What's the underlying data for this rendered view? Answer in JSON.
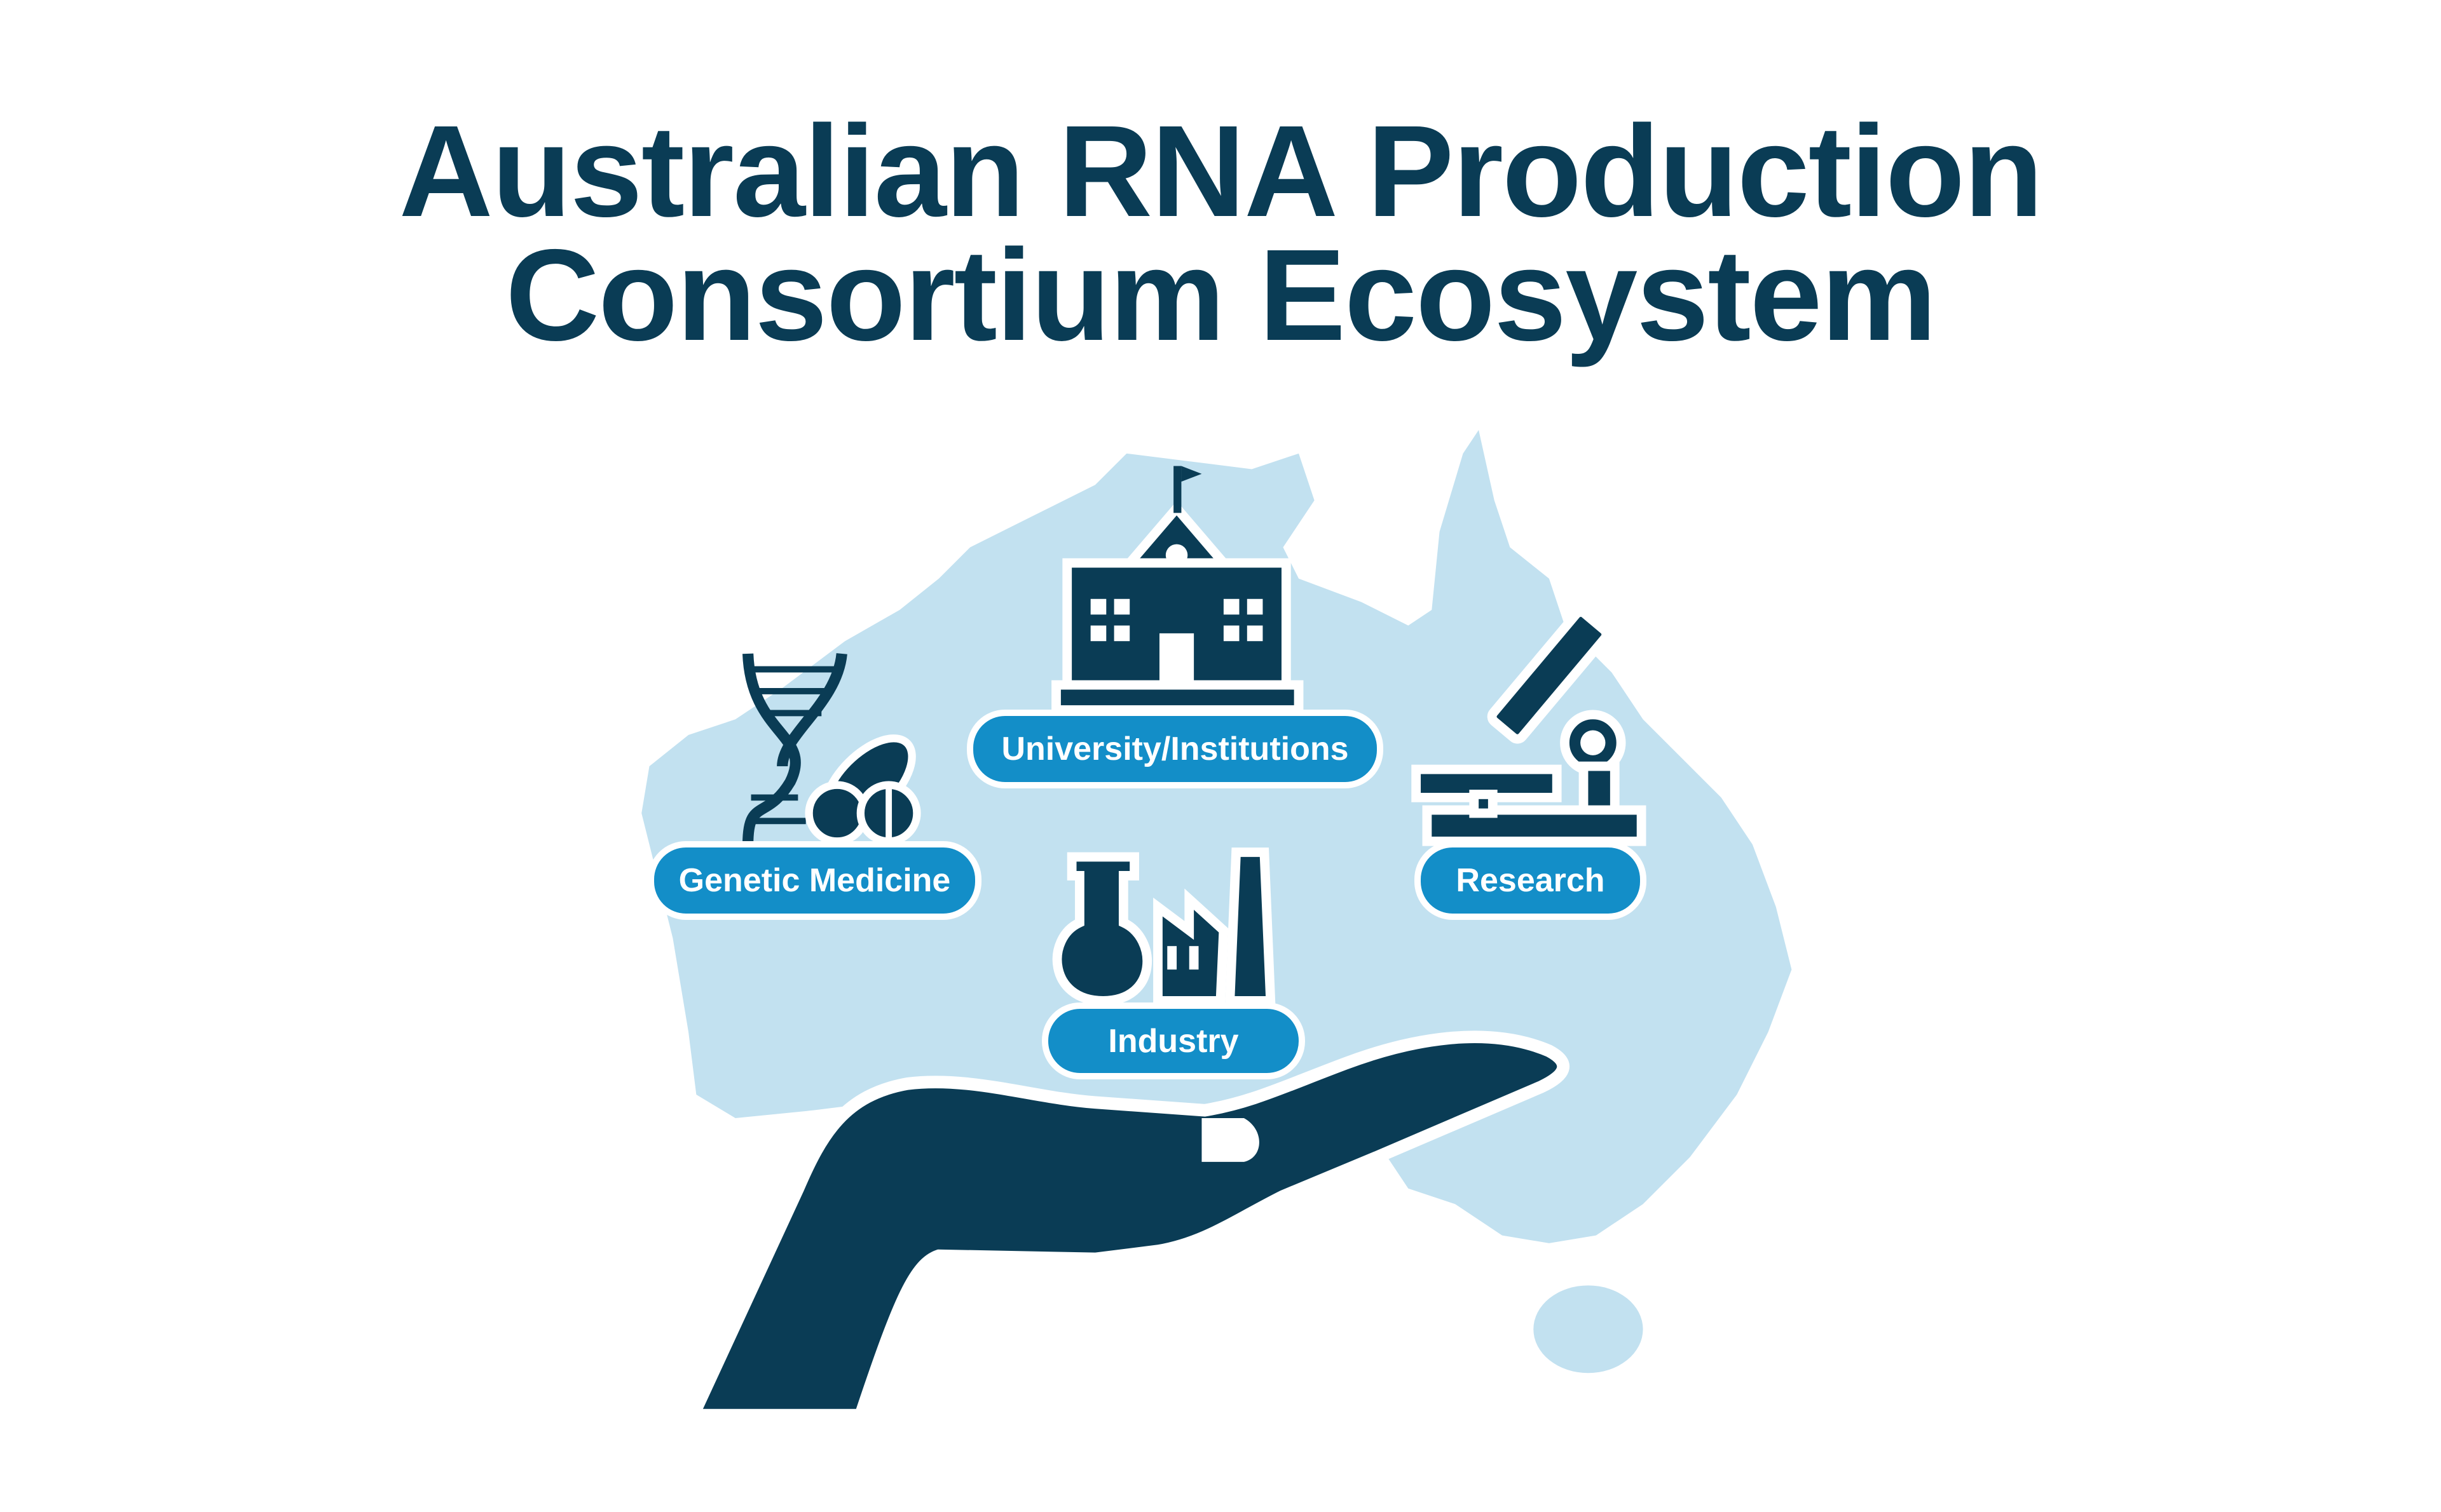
{
  "title": {
    "line1": "Australian RNA Production",
    "line2": "Consortium Ecosystem"
  },
  "nodes": [
    {
      "label": "University/Institutions",
      "icon": "university-building-icon"
    },
    {
      "label": "Genetic Medicine",
      "icon": "dna-pills-icon"
    },
    {
      "label": "Research",
      "icon": "microscope-icon"
    },
    {
      "label": "Industry",
      "icon": "flask-factory-icon"
    }
  ],
  "colors": {
    "dark": "#0a3c55",
    "accent": "#138ec8",
    "map": "#c2e1f0"
  }
}
